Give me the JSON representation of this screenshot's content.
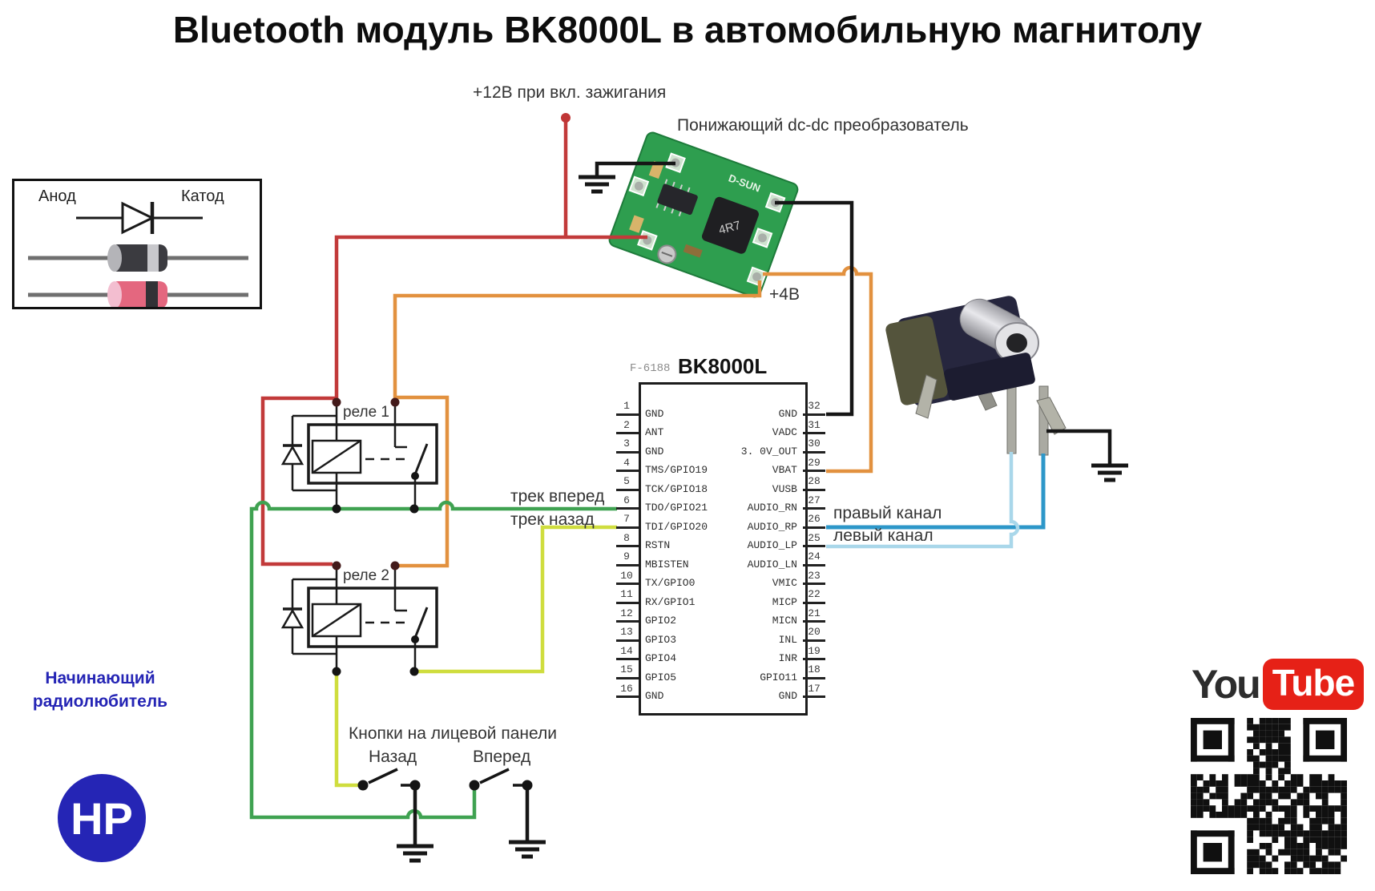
{
  "title": "Bluetooth модуль BK8000L в автомобильную магнитолу",
  "colors": {
    "wire-red": "#c23a3a",
    "wire-orange": "#e2913f",
    "wire-green": "#3fa251",
    "wire-yellow": "#cfdd3e",
    "wire-blue-dark": "#2d97c9",
    "wire-blue-light": "#a9d7ea",
    "wire-black": "#161616",
    "accent-youtube": "#e62117",
    "logo-blue": "#2525b5"
  },
  "legend": {
    "anode": "Анод",
    "cathode": "Катод"
  },
  "labels": {
    "power12": "+12В при вкл. зажигания",
    "dcdc": "Понижающий dc-dc преобразователь",
    "v4": "+4В",
    "track_fwd": "трек вперед",
    "track_back": "трек назад",
    "right_channel": "правый канал",
    "left_channel": "левый канал",
    "relay1": "реле 1",
    "relay2": "реле 2",
    "buttons_title": "Кнопки на лицевой панели",
    "btn_back": "Назад",
    "btn_fwd": "Вперед"
  },
  "ic": {
    "name": "BK8000L",
    "code": "F-6188",
    "left_pins": [
      {
        "num": 1,
        "name": "GND"
      },
      {
        "num": 2,
        "name": "ANT"
      },
      {
        "num": 3,
        "name": "GND"
      },
      {
        "num": 4,
        "name": "TMS/GPIO19"
      },
      {
        "num": 5,
        "name": "TCK/GPIO18"
      },
      {
        "num": 6,
        "name": "TDO/GPIO21"
      },
      {
        "num": 7,
        "name": "TDI/GPIO20"
      },
      {
        "num": 8,
        "name": "RSTN"
      },
      {
        "num": 9,
        "name": "MBISTEN"
      },
      {
        "num": 10,
        "name": "TX/GPIO0"
      },
      {
        "num": 11,
        "name": "RX/GPIO1"
      },
      {
        "num": 12,
        "name": "GPIO2"
      },
      {
        "num": 13,
        "name": "GPIO3"
      },
      {
        "num": 14,
        "name": "GPIO4"
      },
      {
        "num": 15,
        "name": "GPIO5"
      },
      {
        "num": 16,
        "name": "GND"
      }
    ],
    "right_pins": [
      {
        "num": 32,
        "name": "GND"
      },
      {
        "num": 31,
        "name": "VADC"
      },
      {
        "num": 30,
        "name": "3. 0V_OUT"
      },
      {
        "num": 29,
        "name": "VBAT"
      },
      {
        "num": 28,
        "name": "VUSB"
      },
      {
        "num": 27,
        "name": "AUDIO_RN"
      },
      {
        "num": 26,
        "name": "AUDIO_RP"
      },
      {
        "num": 25,
        "name": "AUDIO_LP"
      },
      {
        "num": 24,
        "name": "AUDIO_LN"
      },
      {
        "num": 23,
        "name": "VMIC"
      },
      {
        "num": 22,
        "name": "MICP"
      },
      {
        "num": 21,
        "name": "MICN"
      },
      {
        "num": 20,
        "name": "INL"
      },
      {
        "num": 19,
        "name": "INR"
      },
      {
        "num": 18,
        "name": "GPIO11"
      },
      {
        "num": 17,
        "name": "GND"
      }
    ]
  },
  "dcdc_module": {
    "brand": "D-SUN",
    "inductor": "4R7"
  },
  "branding": {
    "channel_line1": "Начинающий",
    "channel_line2": "радиолюбитель",
    "logo_initials": "НР",
    "youtube_you": "You",
    "youtube_tube": "Tube"
  }
}
